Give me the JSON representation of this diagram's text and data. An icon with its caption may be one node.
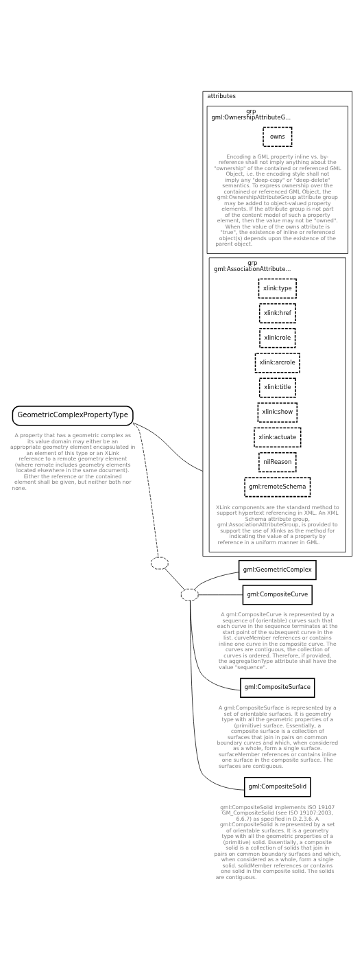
{
  "diagram": {
    "nodes": [
      {
        "text": [
          "GeometricComplexPropertyType"
        ],
        "beside": [
          "A property that has a geometric complex as its value domain may either be an appropriate geometry element encapsulated in an element of this type or an XLink reference to a remote geometry element (where remote includes geometry elements located elsewhere in the same document). Either the reference or the contained element shall be given, but neither both nor none."
        ]
      },
      {
        "text": [
          "attributes"
        ]
      },
      {
        "text": [
          "grp",
          "gml:OwnershipAttributeG..."
        ],
        "in": 1,
        "beside": [
          "Encoding a GML property inline vs. by-reference shall not imply anything about the \"ownership\" of the contained or referenced GML Object, i.e. the encoding style shall not imply any \"deep-copy\" or \"deep-delete\" semantics. To express ownership over the contained or referenced GML Object, the gml:OwnershipAttributeGroup attribute group may be added to object-valued property elements. If the attribute group is not part of the content model of such a property element, then the value may not be \"owned\". When the value of the owns attribute is \"true\", the existence of inline or referenced object(s) depends upon the existence of the parent object."
        ]
      },
      {
        "text": [
          "owns"
        ],
        "in": 2
      },
      {
        "text": [
          "grp",
          "gml:AssociationAttribute..."
        ],
        "in": 1,
        "beside": [
          "XLink components are the standard method to support hypertext referencing in XML. An XML Schema attribute group, gml:AssociationAttributeGroup, is provided to support the use of Xlinks as the method for indicating the value of a property by reference in a uniform manner in GML."
        ]
      },
      {
        "text": [
          "xlink:type"
        ],
        "in": 4
      },
      {
        "text": [
          "xlink:href"
        ],
        "in": 4
      },
      {
        "text": [
          "xlink:role"
        ],
        "in": 4
      },
      {
        "text": [
          "xlink:arcrole"
        ],
        "in": 4
      },
      {
        "text": [
          "xlink:title"
        ],
        "in": 4
      },
      {
        "text": [
          "xlink:show"
        ],
        "in": 4
      },
      {
        "text": [
          "xlink:actuate"
        ],
        "in": 4
      },
      {
        "text": [
          "nilReason"
        ],
        "in": 4
      },
      {
        "text": [
          "gml:remoteSchema"
        ],
        "in": 4
      },
      {
        "text": [],
        "shape": "octagon"
      },
      {
        "text": [],
        "shape": "octagon"
      },
      {
        "text": [
          "gml:GeometricComplex"
        ]
      },
      {
        "text": [
          "gml:CompositeCurve"
        ],
        "beside": [
          "A gml:CompositeCurve is represented by a sequence of (orientable) curves such that each curve in the sequence terminates at the start point of the subsequent curve in the list. curveMember references or contains inline one curve in the composite curve. The curves are contiguous, the collection of curves is ordered. Therefore, if provided, the aggregationType attribute shall have the value \"sequence\"."
        ]
      },
      {
        "text": [
          "gml:CompositeSurface"
        ],
        "beside": [
          "A gml:CompositeSurface is represented by a set of orientable surfaces. It is geometry type with all the geometric properties of a (primitive) surface. Essentially, a composite surface is a collection of surfaces that join in pairs on common boundary curves and which, when considered as a whole, form a single surface. surfaceMember references or contains inline one surface in the composite surface. The surfaces are contiguous."
        ]
      },
      {
        "text": [
          "gml:CompositeSolid"
        ],
        "beside": [
          "gml:CompositeSolid implements ISO 19107 GM_CompositeSolid (see ISO 19107:2003, 6.6.7) as specified in D.2.3.6. A gml:CompositeSolid is represented by a set of orientable surfaces. It is a geometry type with all the geometric properties of a (primitive) solid. Essentially, a composite solid is a collection of solids that join in pairs on common boundary surfaces and which, when considered as a whole, form a single solid. solidMember references or contains one solid in the composite solid. The solids are contiguous."
        ]
      }
    ],
    "edges": [
      {
        "from": 0,
        "to": 1,
        "arrow": "none"
      },
      {
        "from": 0,
        "to": 14,
        "arrow": "none",
        "style": "dashed"
      },
      {
        "from": 14,
        "to": 15,
        "arrow": "none"
      },
      {
        "from": 15,
        "to": 16,
        "arrow": "none"
      },
      {
        "from": 15,
        "to": 17,
        "arrow": "none"
      },
      {
        "from": 15,
        "to": 18,
        "arrow": "none"
      },
      {
        "from": 15,
        "to": 19,
        "arrow": "none"
      }
    ]
  }
}
